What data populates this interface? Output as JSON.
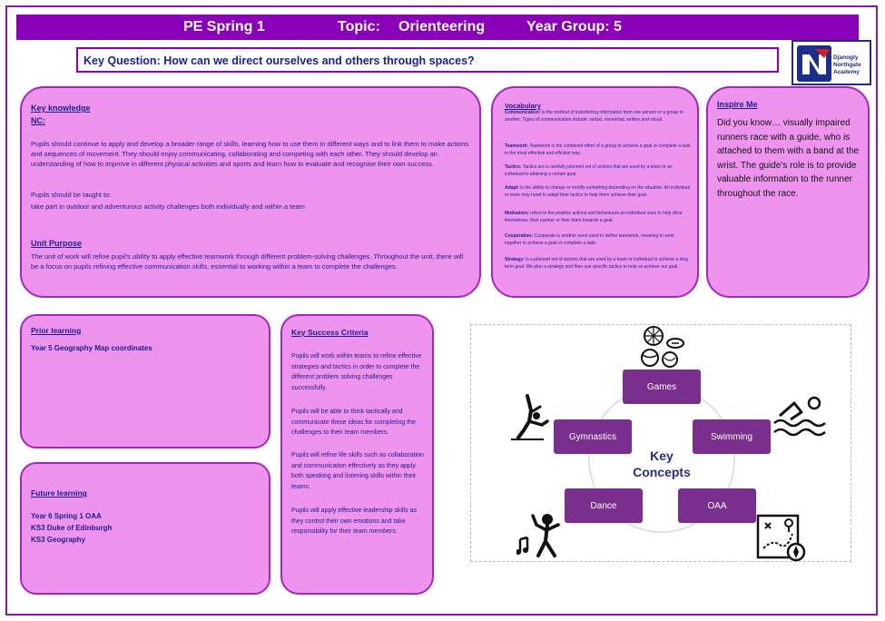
{
  "header": {
    "subject": "PE Spring 1",
    "topic_label": "Topic:",
    "topic": "Orienteering",
    "year_group": "Year Group: 5"
  },
  "key_question": "Key Question: How can we direct ourselves and others through spaces?",
  "logo": {
    "line1": "Djanogly",
    "line2": "Northgate",
    "line3": "Academy"
  },
  "key_knowledge": {
    "heading": "Key knowledge",
    "nc_heading": "NC:",
    "nc_text": "Pupils should continue to apply and develop a broader range of skills, learning how to use them in different ways and to link them to make actions and sequences of movement. They should enjoy communicating, collaborating and competing with each other. They should develop an understanding of how to improve in different physical activities and sports and learn how to evaluate and recognise their own success.",
    "taught_intro": "Pupils should be taught to:",
    "taught_item": "take part in outdoor and adventurous activity challenges both individually and within a team",
    "purpose_heading": "Unit Purpose",
    "purpose_text": "The unit of work will refine pupil's ability to apply effective teamwork through different problem-solving challenges. Throughout the unit, there will be a focus on pupils refining effective communication skills, essential to working within a team to complete the challenges."
  },
  "vocabulary": {
    "heading": "Vocabulary",
    "items": [
      {
        "term": "Communication:",
        "def": " is the method of transferring information from one person or a group to another. Types of communication include: verbal, nonverbal, written and visual."
      },
      {
        "term": "Teamwork:",
        "def": " Teamwork is the combined effort of a group to achieve a goal or complete a task in the most effective and efficient way."
      },
      {
        "term": "Tactics:",
        "def": " Tactics are a carefully planned set of actions that are used by a team or an individual to attaining a certain goal."
      },
      {
        "term": "Adapt:",
        "def": " is the ability to change or modify something depending on the situation. An individual or team may need to adapt their tactics to help them achieve their goal."
      },
      {
        "term": "Motivation:",
        "def": " refers to the positive actions and behaviours an individual uses to help drive themselves, their partner or their team towards a goal."
      },
      {
        "term": "Cooperation:",
        "def": " Cooperate is another word used to define teamwork, meaning to work together to achieve a goal or complete a task."
      },
      {
        "term": "Strategy:",
        "def": " is a planned set of actions that are used by a team or individual to achieve a long term goal. We plan a strategy and then use specific tactics to help us achieve our goal."
      }
    ]
  },
  "inspire": {
    "heading": "Inspire Me",
    "text": "Did you know… visually impaired runners race with a guide, who is attached to them with a band at the wrist. The guide's role is to provide valuable information to the runner throughout the race."
  },
  "prior": {
    "heading": "Prior learning",
    "items": [
      "Year 5 Geography Map coordinates"
    ]
  },
  "future": {
    "heading": "Future learning",
    "items": [
      "Year 6 Spring 1 OAA",
      "KS3 Duke of Edinburgh",
      "KS3 Geography"
    ]
  },
  "success": {
    "heading": "Key Success Criteria",
    "items": [
      "Pupils will work within teams to refine effective strategies and tactics in order to complete the different problem solving challenges successfully.",
      "Pupils will be able to think tactically and communicate these ideas for completing the challenges to their team members.",
      "Pupils will refine life skills such as collaboration and communication effectively as they apply both speaking and listening skills within their teams.",
      "Pupils will apply effective leadership skills as they control their own emotions and take responsibility for their team members."
    ]
  },
  "concepts": {
    "title_line1": "Key",
    "title_line2": "Concepts",
    "nodes": [
      "Games",
      "Swimming",
      "OAA",
      "Dance",
      "Gymnastics"
    ],
    "node_color": "#7a2e8e"
  },
  "colors": {
    "accent": "#8a00b8",
    "panel": "#ee94ee",
    "panel_border": "#a626bd",
    "text": "#1c1c8c"
  }
}
